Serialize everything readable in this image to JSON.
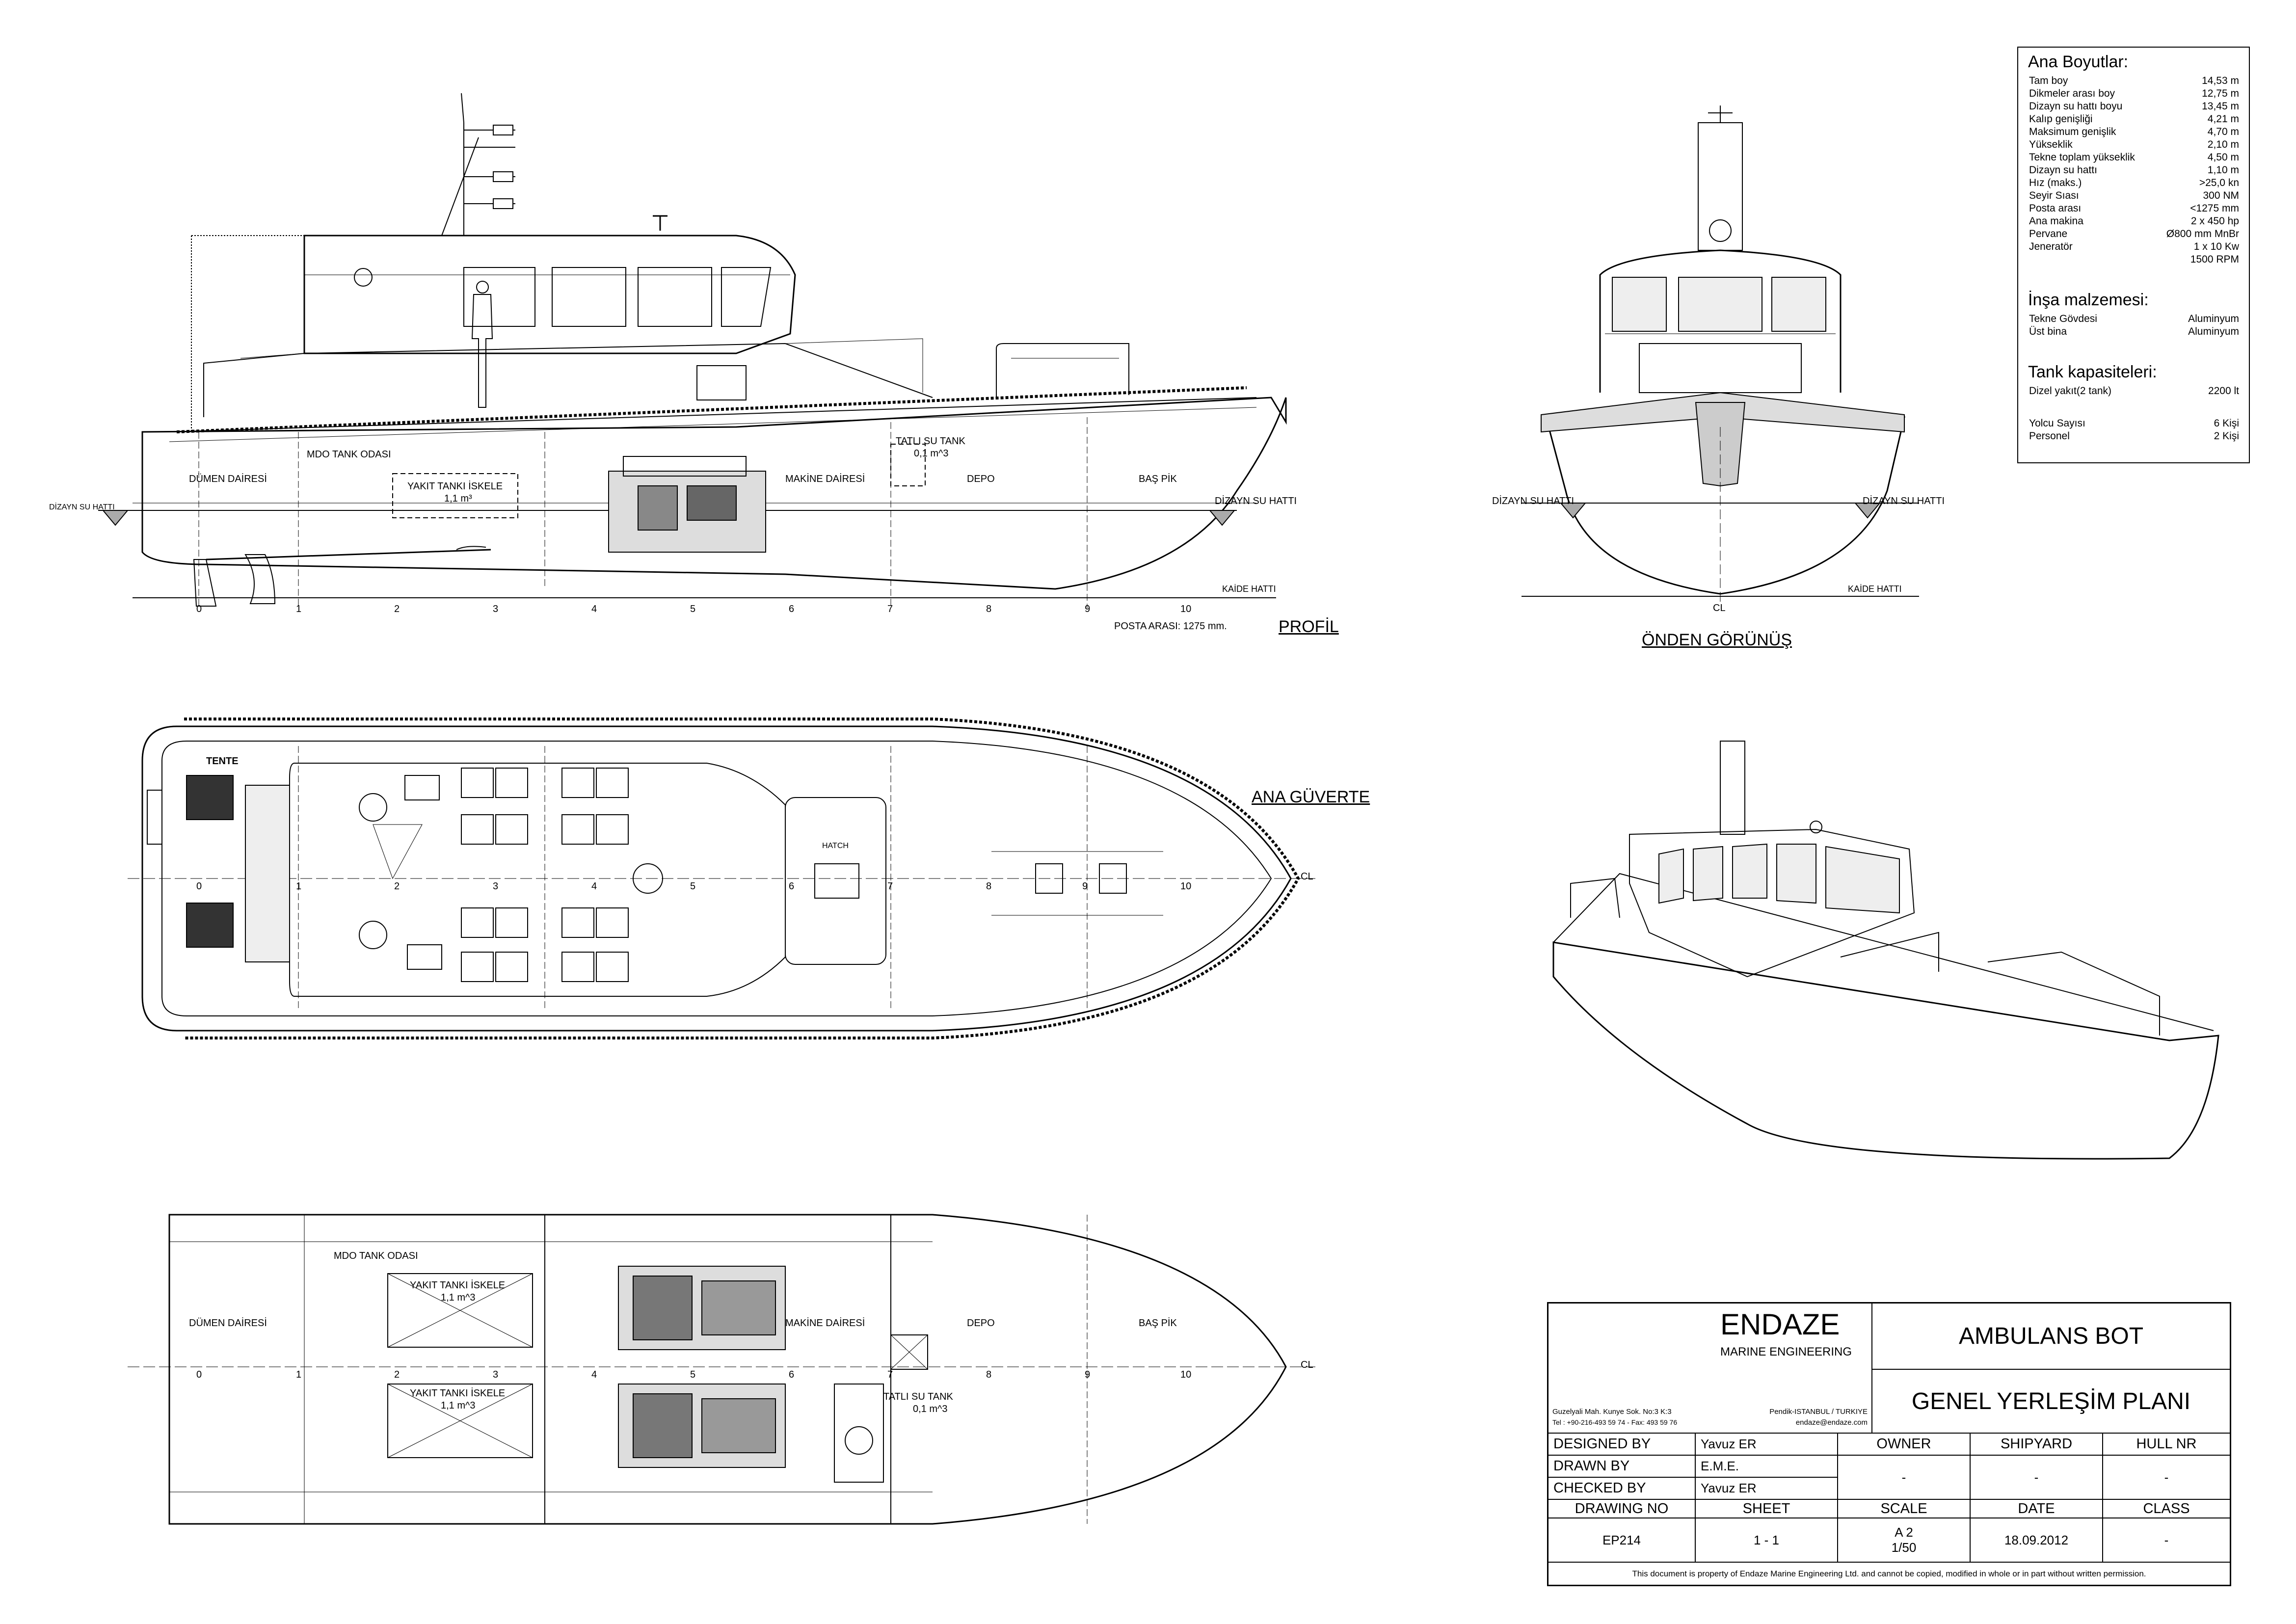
{
  "profile": {
    "title": "PROFİL",
    "post_spacing": "POSTA ARASI: 1275 mm.",
    "labels": {
      "dumen": "DÜMEN DAİRESİ",
      "mdo": "MDO TANK ODASI",
      "yakit": "YAKIT TANKI İSKELE",
      "yakit_vol": "1,1 m³",
      "tatli": "TATLI SU TANK",
      "tatli_vol": "0,1 m^3",
      "makine": "MAKİNE DAİRESİ",
      "depo": "DEPO",
      "baspik": "BAŞ PİK",
      "dsh_left": "DİZAYN SU HATTI",
      "dsh_right": "DİZAYN SU HATTI",
      "kaide": "KAİDE HATTI"
    },
    "frames": [
      "0",
      "1",
      "2",
      "3",
      "4",
      "5",
      "6",
      "7",
      "8",
      "9",
      "10"
    ]
  },
  "front": {
    "title": "ÖNDEN GÖRÜNÜŞ",
    "dsh_left": "DİZAYN SU HATTI",
    "dsh_right": "DİZAYN SU HATTI",
    "kaide": "KAİDE HATTI",
    "cl": "CL"
  },
  "deck": {
    "title": "ANA GÜVERTE",
    "tente": "TENTE",
    "hatch": "HATCH",
    "cl": "CL",
    "frames": [
      "0",
      "1",
      "2",
      "3",
      "4",
      "5",
      "6",
      "7",
      "8",
      "9",
      "10"
    ]
  },
  "tank": {
    "labels": {
      "mdo": "MDO TANK ODASI",
      "dumen": "DÜMEN DAİRESİ",
      "yakit1": "YAKIT TANKI İSKELE",
      "yakit1_vol": "1,1 m^3",
      "yakit2": "YAKIT TANKI İSKELE",
      "yakit2_vol": "1,1 m^3",
      "makine": "MAKİNE DAİRESİ",
      "depo": "DEPO",
      "baspik": "BAŞ PİK",
      "tatli": "TATLI SU TANK",
      "tatli_vol": "0,1 m^3",
      "cl": "CL"
    },
    "frames": [
      "0",
      "1",
      "2",
      "3",
      "4",
      "5",
      "6",
      "7",
      "8",
      "9",
      "10"
    ]
  },
  "dimensions": {
    "heading": "Ana Boyutlar:",
    "rows": [
      {
        "k": "Tam boy",
        "v": "14,53 m"
      },
      {
        "k": "Dikmeler arası boy",
        "v": "12,75 m"
      },
      {
        "k": "Dizayn su hattı boyu",
        "v": "13,45 m"
      },
      {
        "k": "Kalıp genişliği",
        "v": "4,21 m"
      },
      {
        "k": "Maksimum genişlik",
        "v": "4,70 m"
      },
      {
        "k": "Yükseklik",
        "v": "2,10 m"
      },
      {
        "k": "Tekne toplam yükseklik",
        "v": "4,50 m"
      },
      {
        "k": "Dizayn su hattı",
        "v": "1,10 m"
      },
      {
        "k": "Hız (maks.)",
        "v": ">25,0 kn"
      },
      {
        "k": "Seyir Sıası",
        "v": "300 NM"
      },
      {
        "k": "Posta arası",
        "v": "<1275 mm"
      },
      {
        "k": "Ana makina",
        "v": "2 x 450 hp"
      },
      {
        "k": "Pervane",
        "v": "Ø800 mm MnBr"
      },
      {
        "k": "Jeneratör",
        "v": "1 x 10 Kw"
      },
      {
        "k": "",
        "v": "1500 RPM"
      }
    ],
    "material_heading": "İnşa malzemesi:",
    "material": [
      {
        "k": "Tekne Gövdesi",
        "v": "Aluminyum"
      },
      {
        "k": "Üst bina",
        "v": "Aluminyum"
      }
    ],
    "tank_heading": "Tank kapasiteleri:",
    "tanks": [
      {
        "k": "Dizel yakıt(2 tank)",
        "v": "2200 lt"
      }
    ],
    "people": [
      {
        "k": "Yolcu Sayısı",
        "v": "6 Kişi"
      },
      {
        "k": "Personel",
        "v": "2 Kişi"
      }
    ]
  },
  "titleblock": {
    "company": "ENDAZE",
    "company_sub": "MARINE ENGINEERING",
    "address1": "Guzelyali Mah. Kunye Sok. No:3 K:3",
    "address2": "Tel : +90-216-493 59 74 - Fax: 493 59 76",
    "city": "Pendik-ISTANBUL / TURKIYE",
    "email": "endaze@endaze.com",
    "project": "AMBULANS BOT",
    "drawing_title": "GENEL YERLEŞİM PLANI",
    "designed_by_label": "DESIGNED BY",
    "designed_by": "Yavuz ER",
    "drawn_by_label": "DRAWN BY",
    "drawn_by": "E.M.E.",
    "checked_by_label": "CHECKED BY",
    "checked_by": "Yavuz ER",
    "owner_label": "OWNER",
    "owner": "-",
    "shipyard_label": "SHIPYARD",
    "shipyard": "-",
    "hull_label": "HULL NR",
    "hull": "-",
    "drawing_no_label": "DRAWING NO",
    "drawing_no": "EP214",
    "sheet_label": "SHEET",
    "sheet": "1 - 1",
    "scale_label": "SCALE",
    "scale1": "A 2",
    "scale2": "1/50",
    "date_label": "DATE",
    "date": "18.09.2012",
    "class_label": "CLASS",
    "class": "-",
    "footer": "This document is property of  Endaze Marine Engineering Ltd. and cannot be copied, modified in whole or in part without written permission."
  }
}
